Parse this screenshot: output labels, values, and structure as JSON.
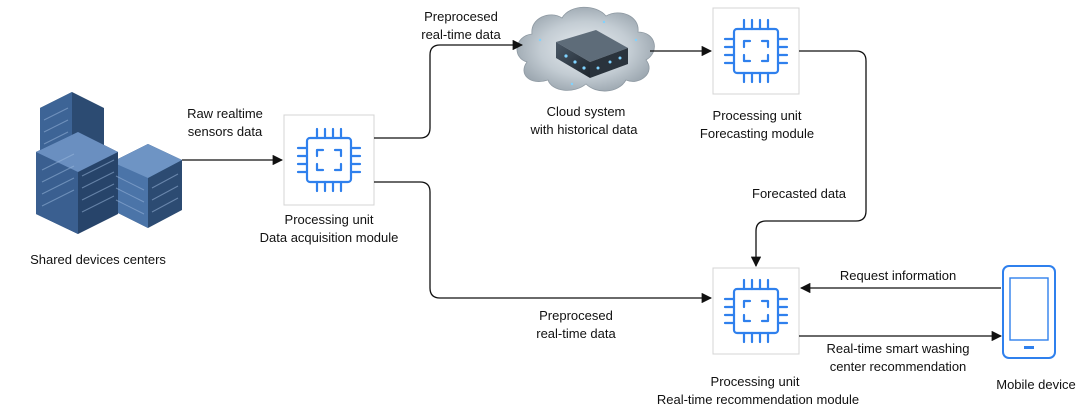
{
  "colors": {
    "chip_stroke": "#2f80ed",
    "building_dark": "#2c4b72",
    "building_mid": "#3d6496",
    "building_light": "#5b83b7",
    "mobile_stroke": "#2f80ed",
    "arrow": "#111111"
  },
  "nodes": {
    "shared_centers": {
      "icon": "office-buildings-icon",
      "label": "Shared devices centers"
    },
    "acquisition": {
      "icon": "cpu-chip-icon",
      "label_line1": "Processing unit",
      "label_line2": "Data acquisition module"
    },
    "cloud": {
      "icon": "cloud-server-icon",
      "label_line1": "Cloud system",
      "label_line2": "with historical data"
    },
    "forecasting": {
      "icon": "cpu-chip-icon",
      "label_line1": "Processing unit",
      "label_line2": "Forecasting module"
    },
    "recommendation": {
      "icon": "cpu-chip-icon",
      "label_line1": "Processing unit",
      "label_line2": "Real-time recommendation module"
    },
    "mobile": {
      "icon": "mobile-phone-icon",
      "label": "Mobile device"
    }
  },
  "edges": {
    "raw": {
      "line1": "Raw realtime",
      "line2": "sensors data"
    },
    "pre_cloud": {
      "line1": "Preprocesed",
      "line2": "real-time data"
    },
    "forecasted": {
      "label": "Forecasted data"
    },
    "pre_reco": {
      "line1": "Preprocesed",
      "line2": "real-time data"
    },
    "request": {
      "label": "Request information"
    },
    "reco": {
      "line1": "Real-time smart washing",
      "line2": "center recommendation"
    }
  }
}
